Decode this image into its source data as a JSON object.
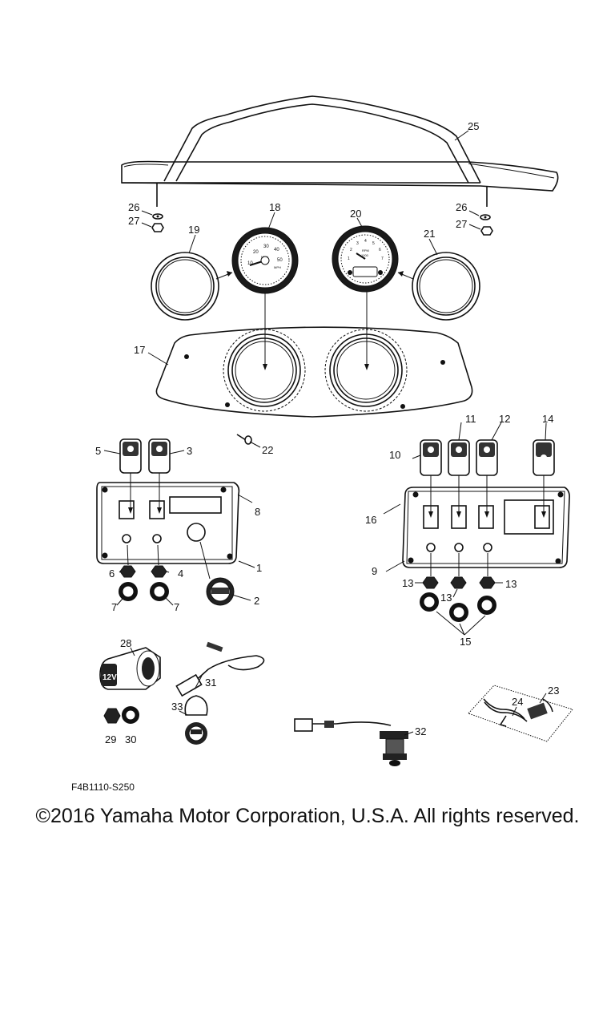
{
  "diagram": {
    "callouts": [
      "1",
      "2",
      "3",
      "4",
      "5",
      "6",
      "7",
      "7",
      "8",
      "9",
      "10",
      "11",
      "12",
      "13",
      "13",
      "13",
      "14",
      "15",
      "16",
      "17",
      "18",
      "19",
      "20",
      "21",
      "22",
      "23",
      "24",
      "25",
      "26",
      "26",
      "27",
      "27",
      "28",
      "29",
      "30",
      "31",
      "32",
      "33"
    ],
    "gauge_left_labels": [
      "10",
      "20",
      "30",
      "40",
      "50",
      "MPH",
      "MPH"
    ],
    "gauge_right_labels": [
      "1",
      "2",
      "3",
      "4",
      "5",
      "6",
      "7",
      "RPM",
      "x1000"
    ],
    "socket_label": "12V",
    "drawing_code": "F4B1110-S250"
  },
  "footer": {
    "copyright": "©2016 Yamaha Motor Corporation, U.S.A. All rights reserved."
  }
}
